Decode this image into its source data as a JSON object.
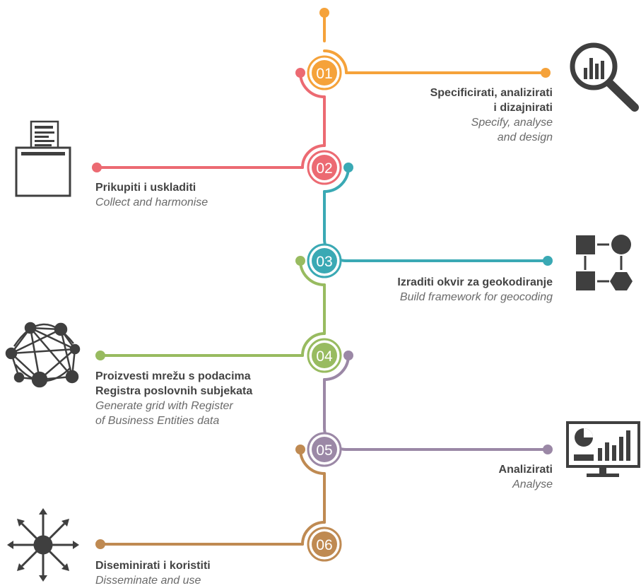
{
  "steps": [
    {
      "number": "01",
      "color": "#f5a23a",
      "title_hr": "Specificirati, analizirati i dizajnirati",
      "title_hr_lines": [
        "Specificirati, analizirati",
        "i dizajnirati"
      ],
      "title_en_lines": [
        "Specify, analyse",
        "and design"
      ],
      "icon": "magnifier-chart-icon"
    },
    {
      "number": "02",
      "color": "#ec6a72",
      "title_hr_lines": [
        "Prikupiti i uskladiti"
      ],
      "title_en_lines": [
        "Collect and harmonise"
      ],
      "icon": "ballot-box-icon"
    },
    {
      "number": "03",
      "color": "#3aa9b4",
      "title_hr_lines": [
        "Izraditi okvir za geokodiranje"
      ],
      "title_en_lines": [
        "Build framework for geocoding"
      ],
      "icon": "shapes-framework-icon"
    },
    {
      "number": "04",
      "color": "#98bb60",
      "title_hr_lines": [
        "Proizvesti mrežu s podacima",
        "Registra poslovnih subjekata"
      ],
      "title_en_lines": [
        "Generate grid with Register",
        "of Business Entities data"
      ],
      "icon": "network-icon"
    },
    {
      "number": "05",
      "color": "#9b88a6",
      "title_hr_lines": [
        "Analizirati"
      ],
      "title_en_lines": [
        "Analyse"
      ],
      "icon": "monitor-dashboard-icon"
    },
    {
      "number": "06",
      "color": "#bf8a52",
      "title_hr_lines": [
        "Diseminirati i koristiti"
      ],
      "title_en_lines": [
        "Disseminate and use"
      ],
      "icon": "disseminate-arrows-icon"
    }
  ],
  "icon_color": "#3f3f3f"
}
